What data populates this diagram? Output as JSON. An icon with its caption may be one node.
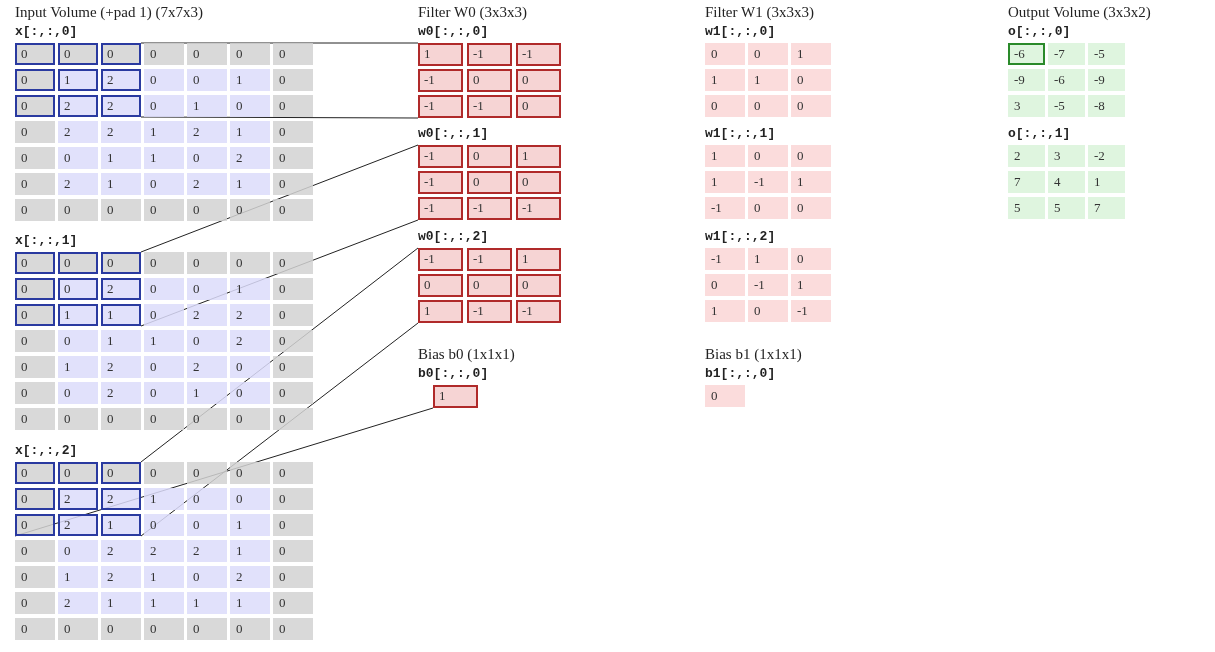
{
  "diagram": {
    "nodes": [
      {
        "text": [
          "0",
          "0",
          "0",
          "0",
          "0",
          "0",
          "1",
          "0",
          "0",
          "1",
          "0",
          "0",
          "0",
          "2",
          "2",
          "1",
          "2",
          "1",
          "0",
          "0",
          "0",
          "1",
          "1",
          "0",
          "2",
          "0",
          "0",
          "2",
          "1",
          "0",
          "2",
          "1",
          "0",
          "0",
          "0",
          "0",
          "0",
          "0",
          "0",
          "0"
        ]
      },
      {
        "text": [
          "0",
          "0",
          "0",
          "0",
          "1",
          "2",
          "0",
          "2",
          "2"
        ],
        "in": 0
      },
      {
        "text": [
          "0",
          "0",
          "0",
          "0",
          "0",
          "0",
          "1",
          "0",
          "0",
          "2",
          "2",
          "0",
          "0",
          "0",
          "1",
          "1",
          "0",
          "2",
          "0",
          "0",
          "1",
          "2",
          "0",
          "2",
          "0",
          "0",
          "0",
          "0",
          "2",
          "0",
          "1",
          "0",
          "0",
          "0",
          "0",
          "0",
          "0",
          "0",
          "0",
          "0"
        ]
      },
      {
        "text": [
          "0",
          "0",
          "0",
          "0",
          "0",
          "2",
          "0",
          "1",
          "1"
        ],
        "in": 2
      },
      {
        "text": [
          "0",
          "0",
          "0",
          "0",
          "1",
          "0",
          "0",
          "0",
          "0",
          "0",
          "1",
          "0",
          "0",
          "0",
          "2",
          "2",
          "2",
          "1",
          "0",
          "0",
          "1",
          "2",
          "1",
          "0",
          "2",
          "0",
          "0",
          "2",
          "1",
          "1",
          "1",
          "1",
          "0",
          "0",
          "0",
          "0",
          "0",
          "0",
          "0",
          "0"
        ]
      },
      {
        "text": [
          "0",
          "0",
          "0",
          "0",
          "2",
          "2",
          "0",
          "2",
          "1"
        ],
        "in": 4
      },
      {
        "text": [
          "1",
          "-1",
          "-1",
          "-1",
          "0",
          "0",
          "-1",
          "-1",
          "0"
        ]
      },
      {
        "text": [
          "-1",
          "0",
          "1",
          "-1",
          "0",
          "0",
          "-1",
          "-1",
          "-1"
        ]
      },
      {
        "text": [
          "-1",
          "-1",
          "1",
          "0",
          "0",
          "0",
          "1",
          "-1",
          "-1"
        ]
      },
      {
        "text": [
          "1"
        ]
      }
    ],
    "edges": [
      {
        "from": 1,
        "to": 6,
        "arrow": "none"
      },
      {
        "from": 1,
        "to": 6,
        "arrow": "none"
      },
      {
        "from": 3,
        "to": 7,
        "arrow": "none"
      },
      {
        "from": 3,
        "to": 7,
        "arrow": "none"
      },
      {
        "from": 5,
        "to": 8,
        "arrow": "none"
      },
      {
        "from": 5,
        "to": 8,
        "arrow": "none"
      },
      {
        "from": 5,
        "to": 9,
        "arrow": "none"
      }
    ],
    "labels": [
      "Input Volume (+pad 1) (7x7x3)",
      "x[:,:,0]",
      "x[:,:,1]",
      "x[:,:,2]",
      "Filter W0 (3x3x3)",
      "w0[:,:,0]",
      "w0[:,:,1]",
      "w0[:,:,2]",
      "Bias b0 (1x1x1)",
      "b0[:,:,0]",
      "Filter W1 (3x3x3)",
      "w1[:,:,0]",
      "0",
      "0",
      "1",
      "1",
      "1",
      "0",
      "0",
      "0",
      "0",
      "w1[:,:,1]",
      "1",
      "0",
      "0",
      "1",
      "-1",
      "1",
      "-1",
      "0",
      "0",
      "w1[:,:,2]",
      "-1",
      "1",
      "0",
      "0",
      "-1",
      "1",
      "1",
      "0",
      "-1",
      "Bias b1 (1x1x1)",
      "b1[:,:,0]",
      "0",
      "Output Volume (3x3x2)",
      "o[:,:,0]",
      "-6",
      "-7",
      "-5",
      "-9",
      "-6",
      "-9",
      "3",
      "-5",
      "-8",
      "o[:,:,1]",
      "2",
      "3",
      "-2",
      "7",
      "4",
      "1",
      "5",
      "5",
      "7"
    ]
  }
}
